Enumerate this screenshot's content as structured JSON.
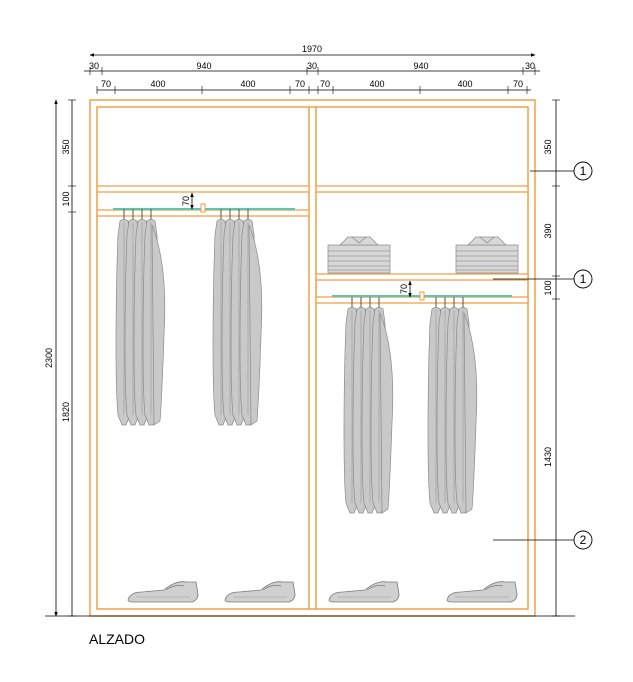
{
  "caption": "ALZADO",
  "dimensions": {
    "total_width": "1970",
    "side_left": "30",
    "bay_left": "940",
    "center": "30",
    "bay_right": "940",
    "side_right": "30",
    "gap_1": "70",
    "seg_1": "400",
    "seg_2": "400",
    "gap_2": "70",
    "gap_3": "70",
    "seg_3": "400",
    "seg_4": "400",
    "gap_4": "70",
    "total_height": "2300",
    "left_top": "350",
    "left_shelf": "100",
    "left_bottom": "1820",
    "right_top": "350",
    "right_mid": "390",
    "right_shelf": "100",
    "right_bottom": "1430",
    "rail_left": "70",
    "rail_right": "70"
  },
  "callouts": [
    "1",
    "1",
    "2"
  ],
  "colors": {
    "wood": "#f39a3b",
    "rail": "#58c6b0",
    "garment": "#c9c9c9"
  }
}
